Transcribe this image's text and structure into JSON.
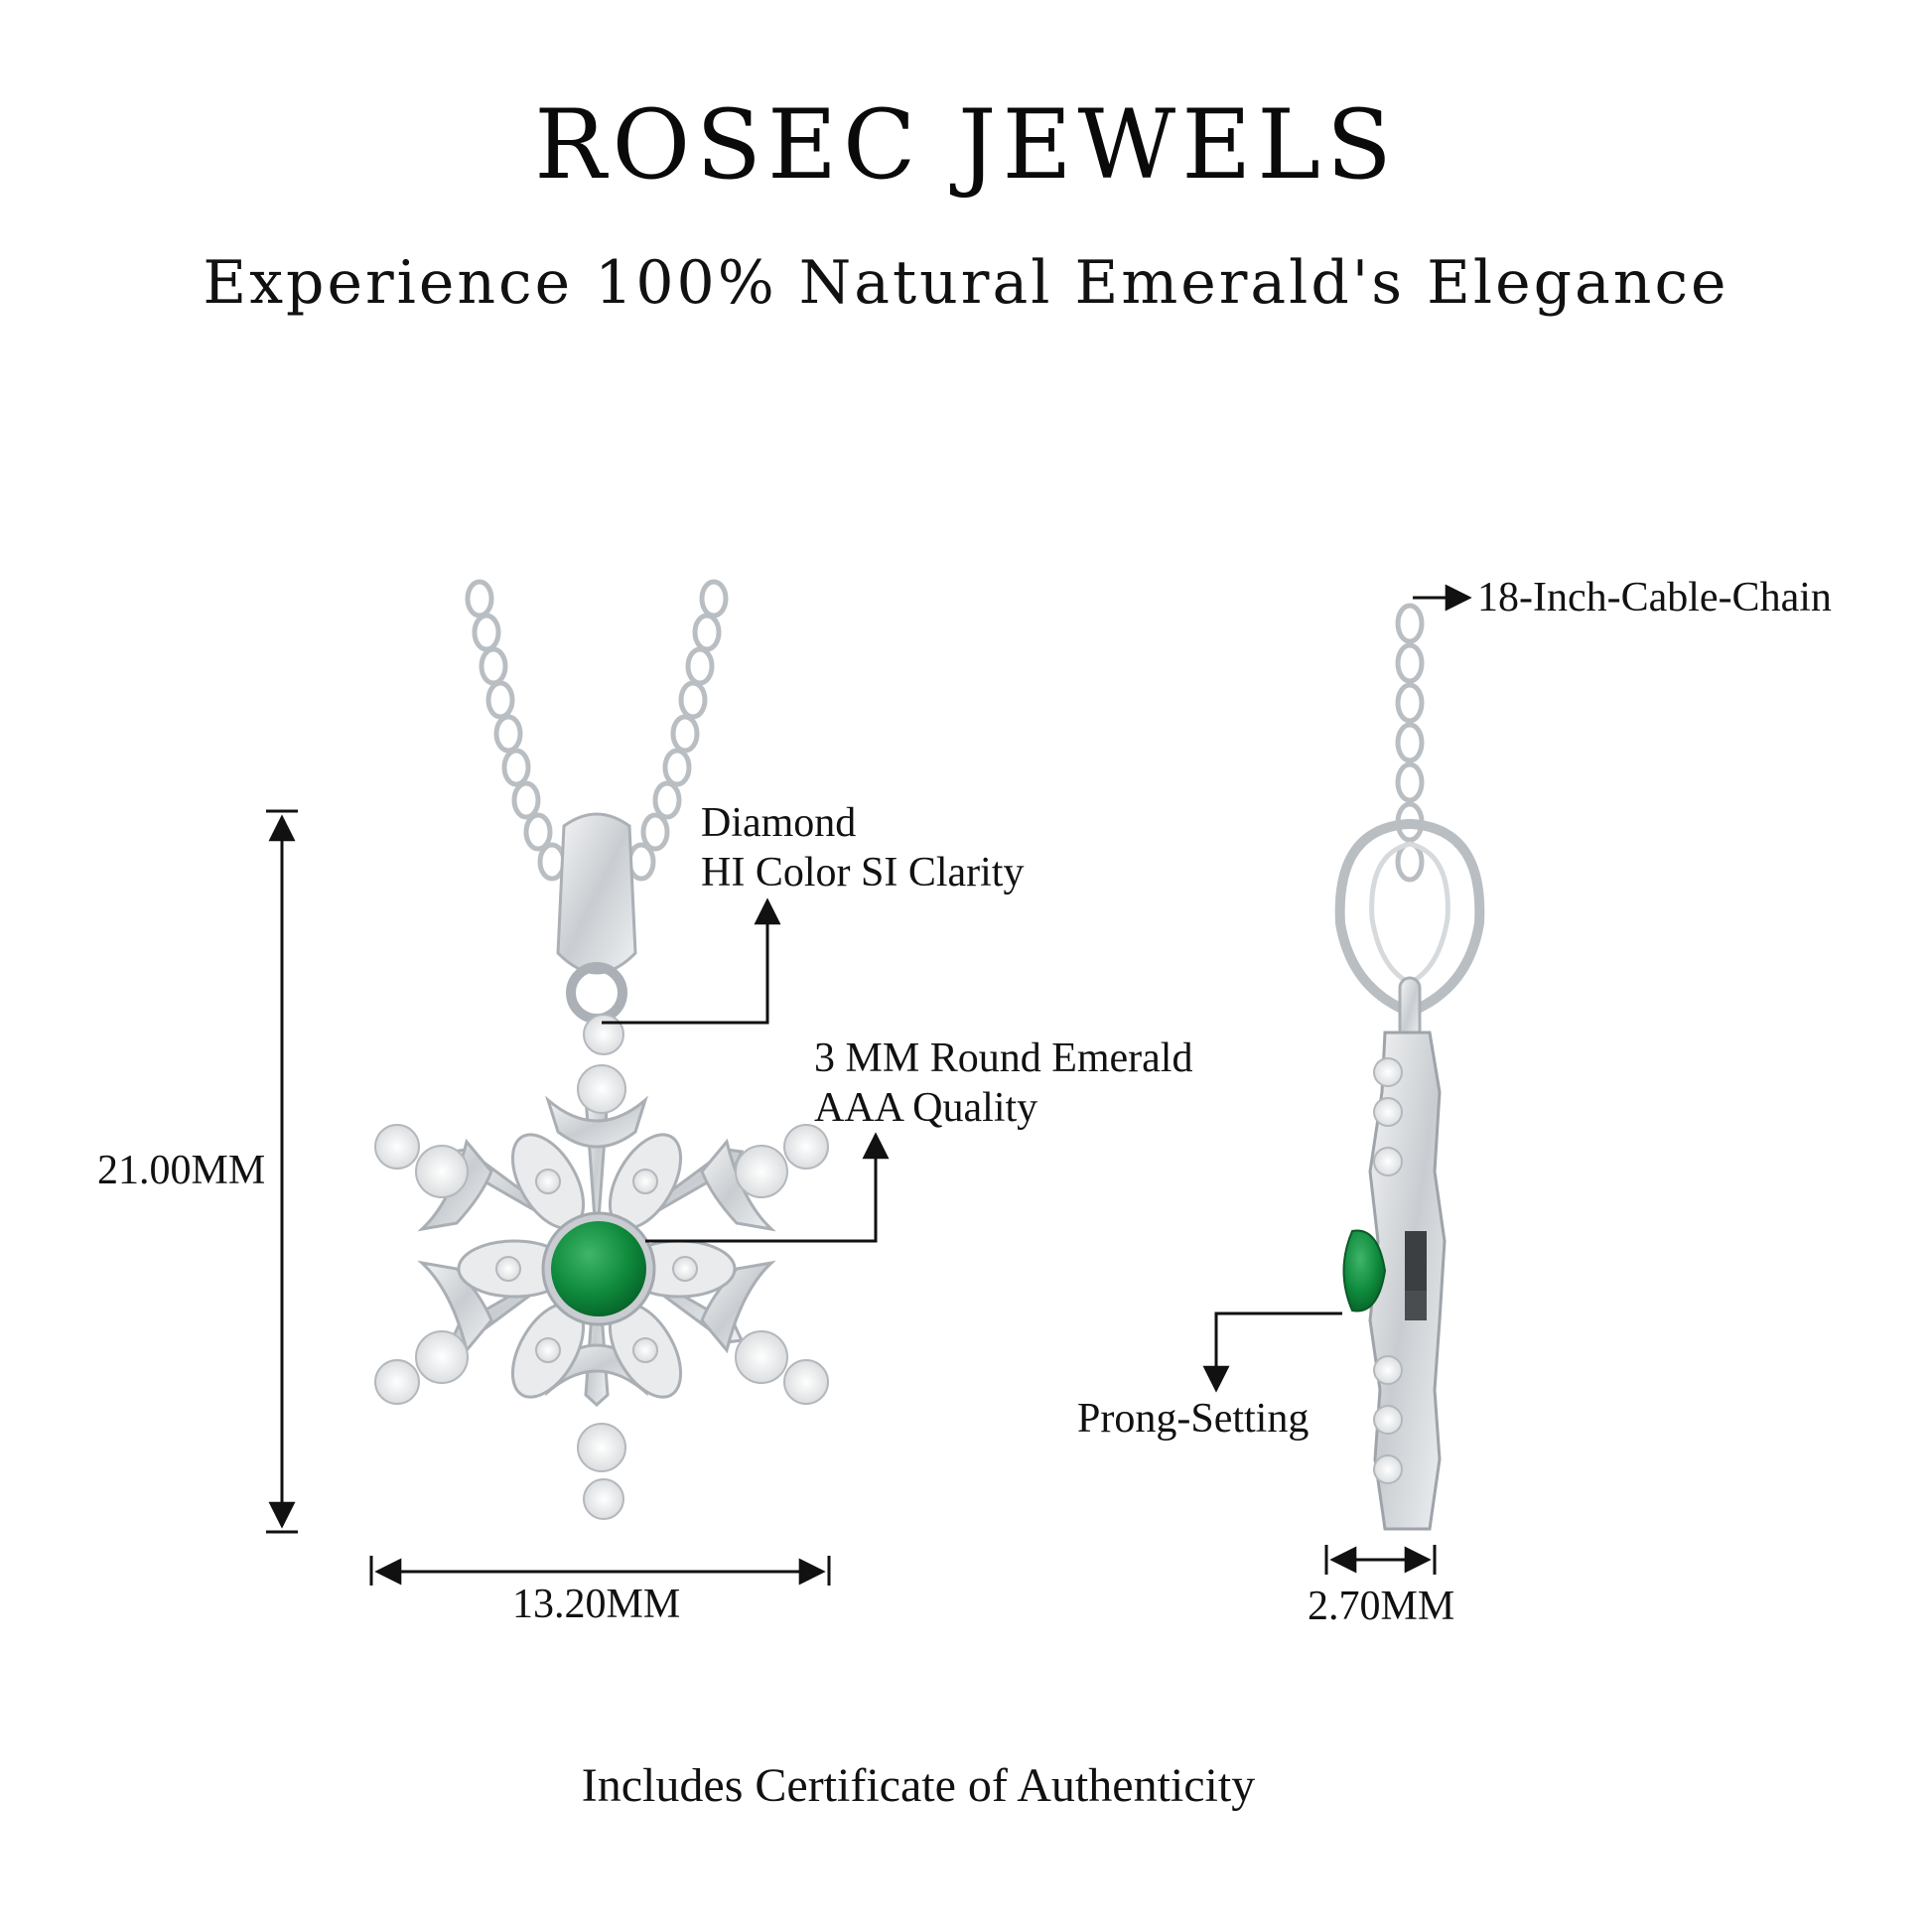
{
  "header": {
    "brand": "ROSEC JEWELS",
    "tagline": "Experience 100% Natural Emerald's Elegance"
  },
  "callouts": {
    "diamond_line1": "Diamond",
    "diamond_line2": "HI Color SI Clarity",
    "emerald_line1": "3 MM Round Emerald",
    "emerald_line2": "AAA Quality",
    "chain": "18-Inch-Cable-Chain",
    "setting": "Prong-Setting"
  },
  "dimensions": {
    "height": "21.00MM",
    "width": "13.20MM",
    "depth": "2.70MM"
  },
  "footer": {
    "note": "Includes Certificate of Authenticity"
  },
  "colors": {
    "metal": "#d9dcdf",
    "emerald": "#0f8a3c",
    "diamond": "#f4f5f6",
    "ink": "#111111"
  }
}
